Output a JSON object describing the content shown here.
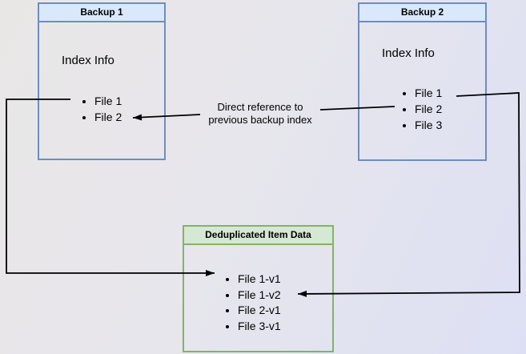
{
  "diagram": {
    "background": {
      "gradient_from": "#e9e7e6",
      "gradient_to": "#dde0f4"
    },
    "connector_color": "#000000",
    "boxes": {
      "backup1": {
        "title": "Backup 1",
        "subtitle": "Index Info",
        "items": [
          "File 1",
          "File 2"
        ],
        "header_fill": "#dae8fc",
        "border_color": "#6c8ebf"
      },
      "backup2": {
        "title": "Backup 2",
        "subtitle": "Index Info",
        "items": [
          "File 1",
          "File 2",
          "File 3"
        ],
        "header_fill": "#dae8fc",
        "border_color": "#6c8ebf"
      },
      "dedup": {
        "title": "Deduplicated Item Data",
        "items": [
          "File 1-v1",
          "File 1-v2",
          "File 2-v1",
          "File 3-v1"
        ],
        "header_fill": "#d5e8d4",
        "border_color": "#82b366"
      }
    },
    "annotation": {
      "line1": "Direct reference to",
      "line2": "previous backup index"
    }
  }
}
